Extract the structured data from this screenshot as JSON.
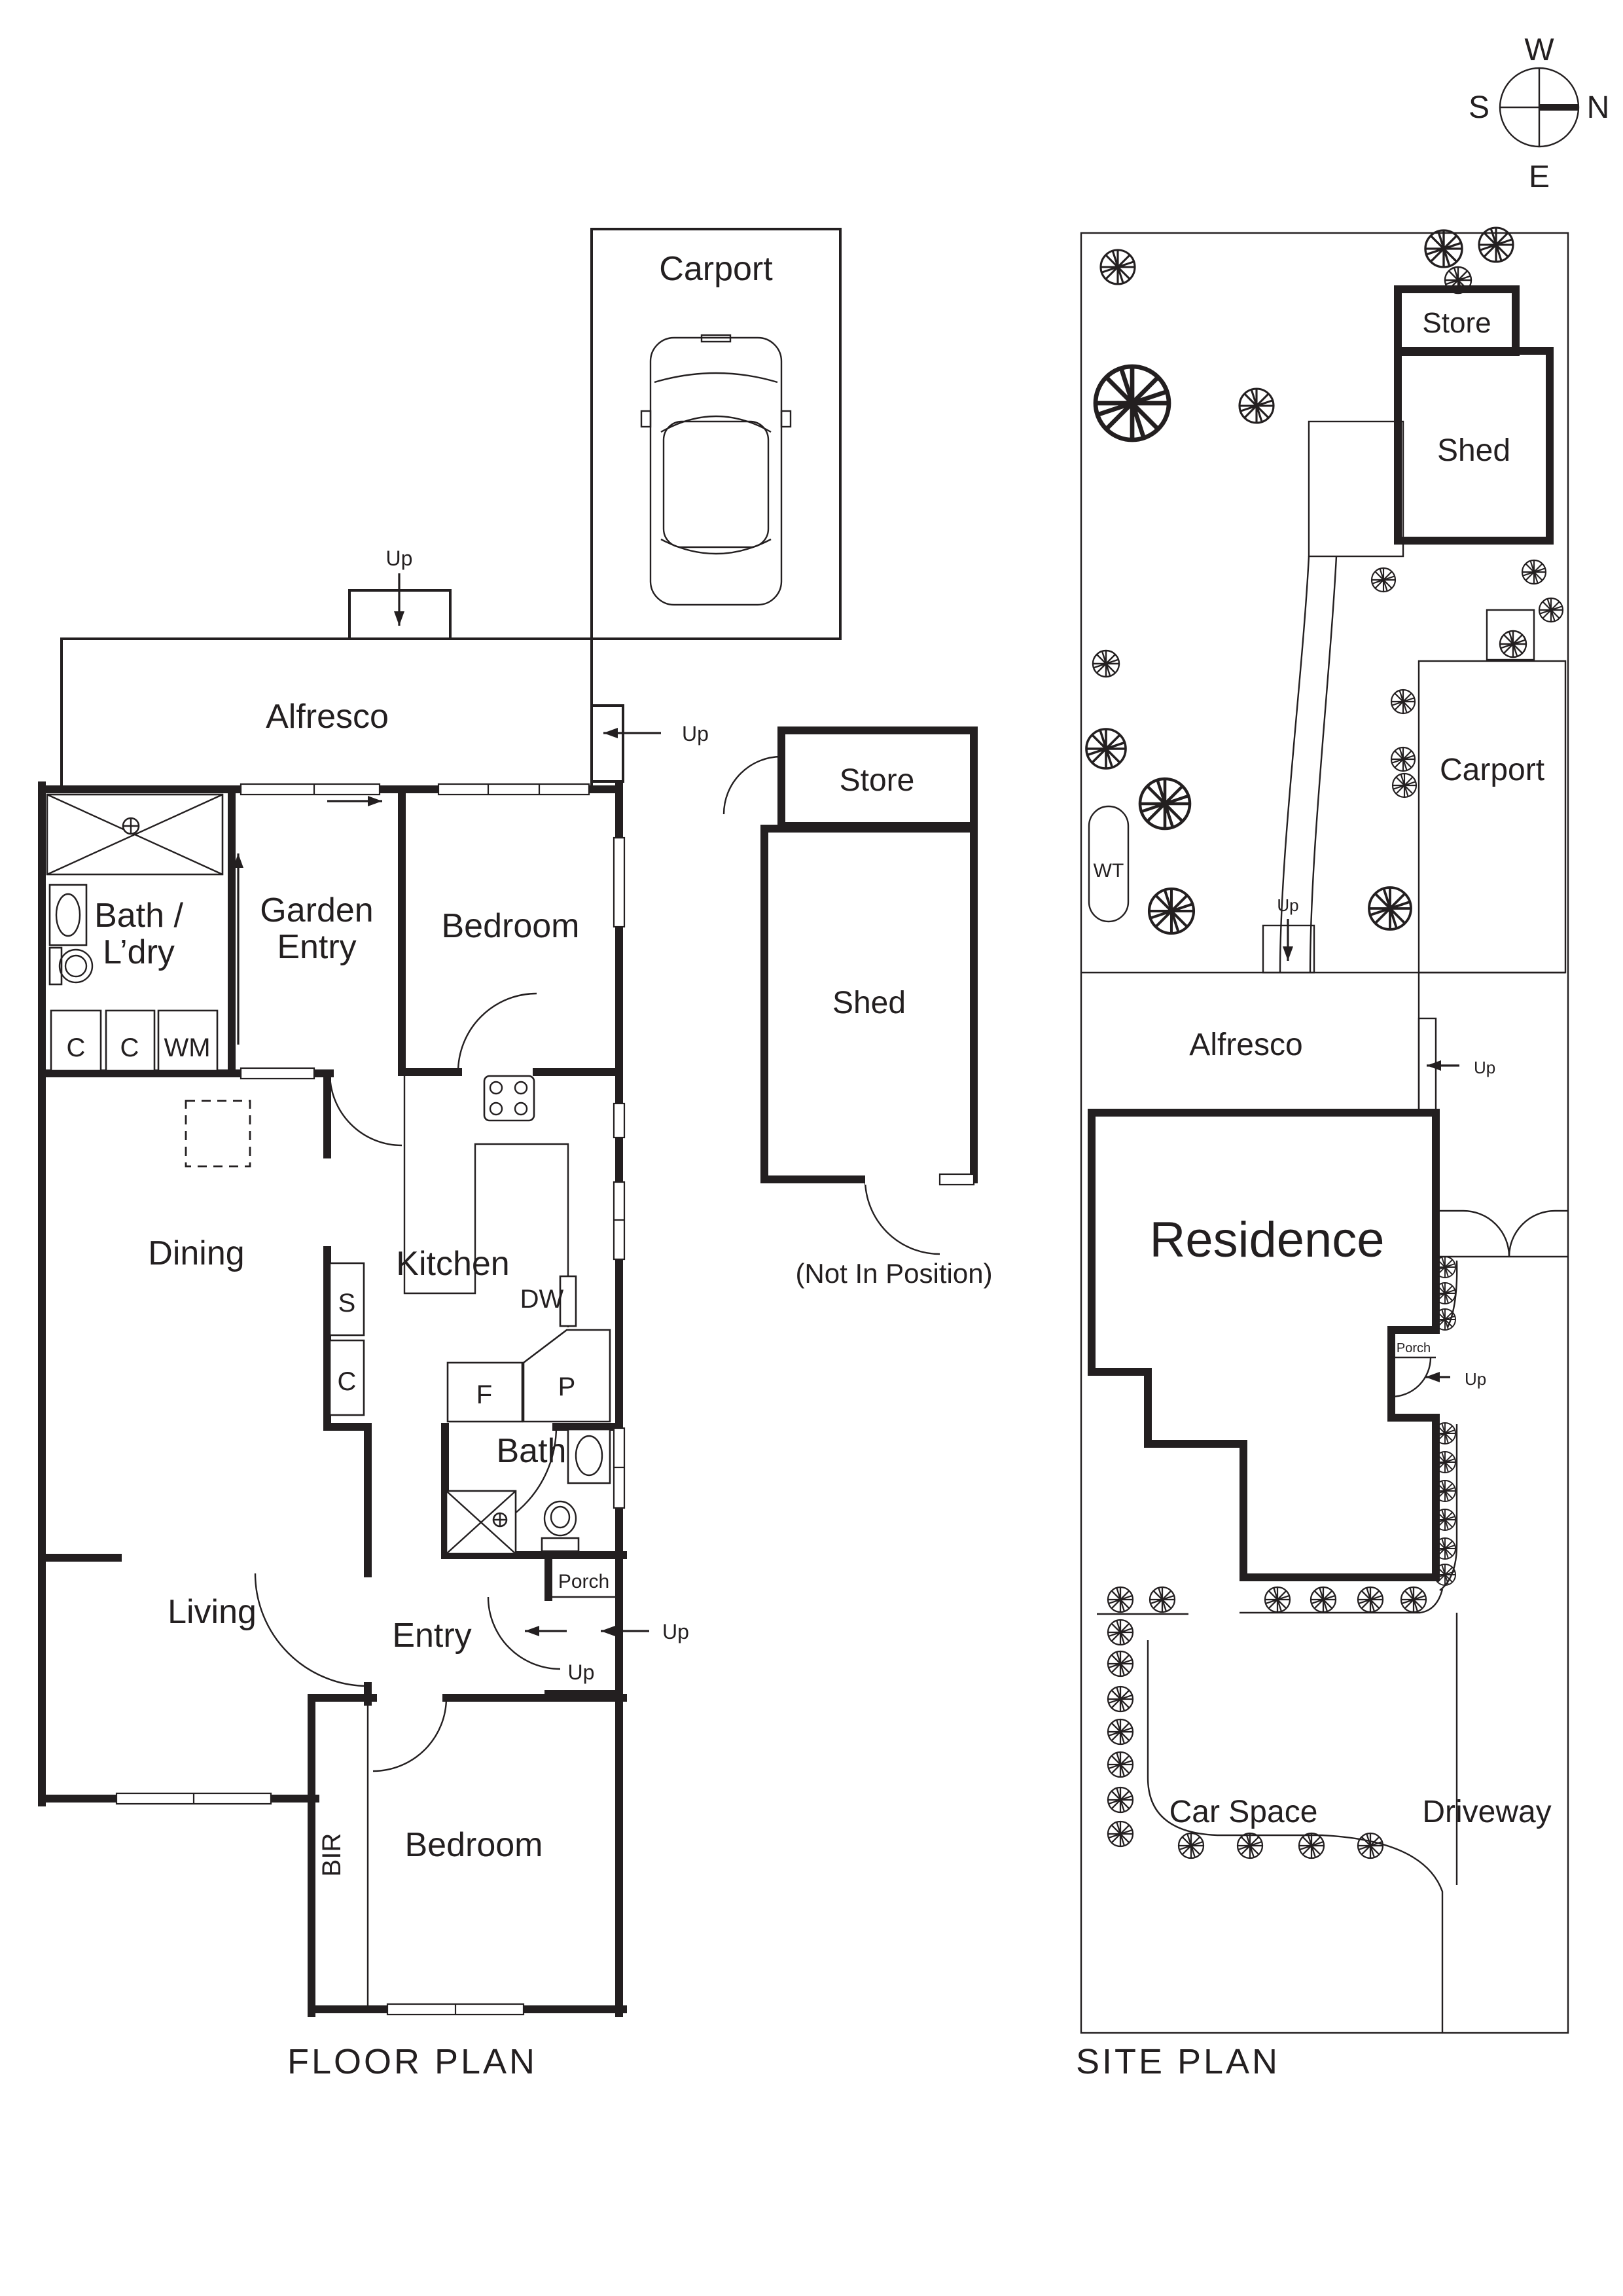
{
  "colors": {
    "ink": "#231f20",
    "paper": "#ffffff"
  },
  "compass": {
    "west": "W",
    "north": "N",
    "south": "S",
    "east": "E"
  },
  "shared": {
    "up": "Up"
  },
  "floor_plan": {
    "caption": "FLOOR PLAN",
    "rooms": {
      "carport": "Carport",
      "alfresco": "Alfresco",
      "bath_laundry_line1": "Bath /",
      "bath_laundry_line2": "L’dry",
      "garden_entry_line1": "Garden",
      "garden_entry_line2": "Entry",
      "bedroom_top": "Bedroom",
      "dining": "Dining",
      "kitchen": "Kitchen",
      "bath": "Bath",
      "entry": "Entry",
      "living": "Living",
      "porch": "Porch",
      "bedroom_bottom": "Bedroom"
    },
    "fixtures": {
      "cupboard_1": "C",
      "cupboard_2": "C",
      "washing_machine": "WM",
      "sink": "S",
      "cupboard_3": "C",
      "dishwasher": "DW",
      "fridge": "F",
      "pantry": "P",
      "built_in_robe": "BIR"
    }
  },
  "outbuilding": {
    "store": "Store",
    "shed": "Shed",
    "note": "(Not In Position)"
  },
  "site_plan": {
    "caption": "SITE PLAN",
    "labels": {
      "store": "Store",
      "shed": "Shed",
      "carport": "Carport",
      "water_tank": "WT",
      "alfresco": "Alfresco",
      "residence": "Residence",
      "porch": "Porch",
      "car_space": "Car Space",
      "driveway": "Driveway"
    }
  }
}
